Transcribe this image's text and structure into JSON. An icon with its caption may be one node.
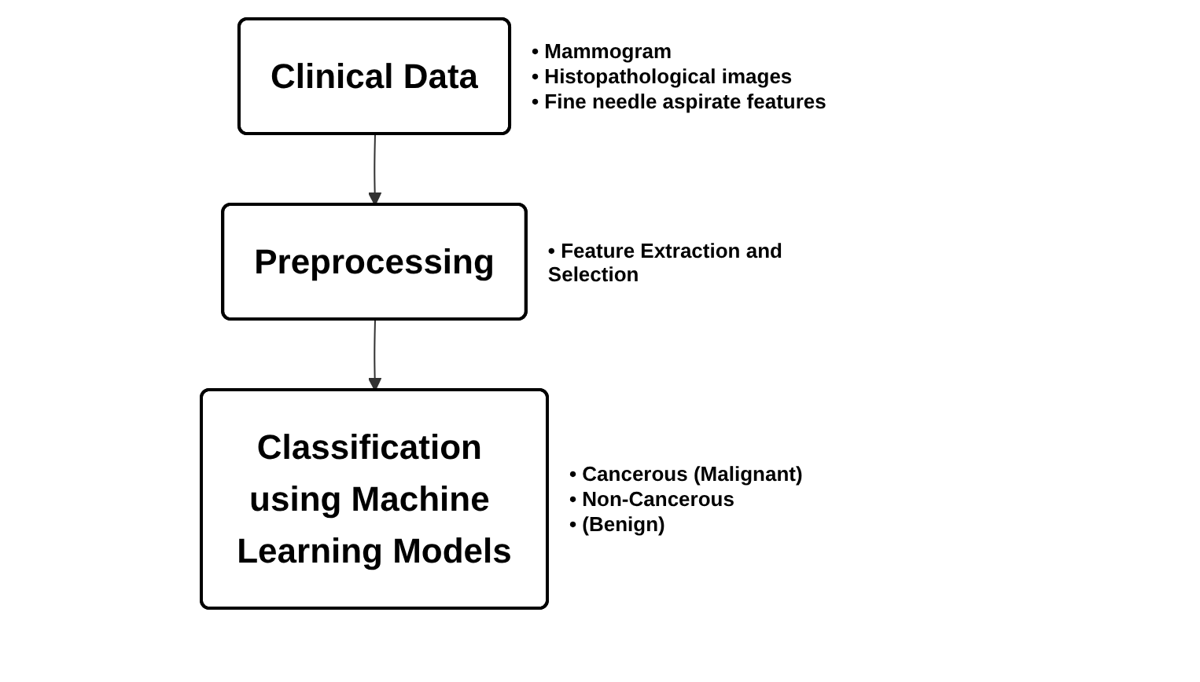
{
  "diagram": {
    "nodes": [
      {
        "text": [
          "Clinical Data"
        ],
        "beside": [
          "• Mammogram",
          "• Histopathological images",
          "• Fine needle aspirate features"
        ]
      },
      {
        "text": [
          "Preprocessing"
        ],
        "beside": [
          "• Feature Extraction and Selection"
        ]
      },
      {
        "text": [
          "Classification using Machine Learning Models"
        ],
        "beside": [
          "• Cancerous (Malignant)",
          "• Non-Cancerous",
          "• (Benign)"
        ]
      }
    ],
    "edges": [
      {
        "from": 0,
        "to": 1,
        "arrow": "to"
      },
      {
        "from": 1,
        "to": 2,
        "arrow": "to"
      }
    ]
  }
}
